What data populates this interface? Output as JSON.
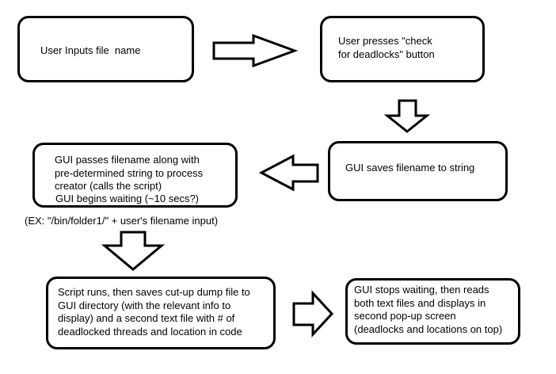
{
  "boxes": {
    "user_input": "User Inputs file  name",
    "check_button": "User presses \"check\nfor deadlocks\" button",
    "save_string": "GUI saves filename to string",
    "process_creator": "GUI passes filename along with\npre-determined string to process\ncreator (calls the script)",
    "waiting": "GUI begins waiting (~10 secs?)",
    "script_runs": "Script runs, then saves cut-up dump file to\nGUI directory (with the relevant info to\ndisplay) and a second text file with # of\ndeadlocked threads and location in code",
    "stops_waiting": "GUI stops waiting, then reads\nboth text files and displays in\nsecond pop-up screen\n(deadlocks and locations on top)"
  },
  "example_note": "(EX: \"/bin/folder1/\" + user's filename input)",
  "colors": {
    "line": "#000000",
    "fill": "#ffffff"
  }
}
